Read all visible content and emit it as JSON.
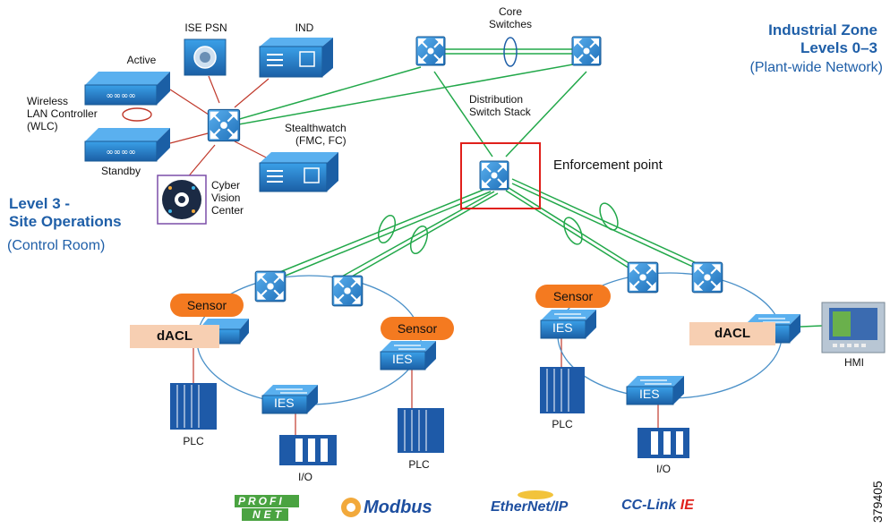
{
  "zone": {
    "title_line1": "Industrial Zone",
    "title_line2": "Levels 0–3",
    "subtitle": "(Plant-wide Network)"
  },
  "level3": {
    "title_line1": "Level 3 -",
    "title_line2": "Site Operations",
    "subtitle": "(Control Room)"
  },
  "labels": {
    "ise_psn": "ISE PSN",
    "ind": "IND",
    "active": "Active",
    "wlc_line1": "Wireless",
    "wlc_line2": "LAN Controller",
    "wlc_line3": "(WLC)",
    "standby": "Standby",
    "stealthwatch_line1": "Stealthwatch",
    "stealthwatch_line2": "(FMC, FC)",
    "cyber_line1": "Cyber",
    "cyber_line2": "Vision",
    "cyber_line3": "Center",
    "core_line1": "Core",
    "core_line2": "Switches",
    "dist_line1": "Distribution",
    "dist_line2": "Switch Stack",
    "enforcement": "Enforcement point",
    "sensor": "Sensor",
    "dacl": "dACL",
    "ies": "IES",
    "plc": "PLC",
    "io": "I/O",
    "hmi": "HMI"
  },
  "protocols": {
    "profinet_top": "PROFI",
    "profinet_bottom": "NET",
    "modbus": "Modbus",
    "ethernetip": "EtherNet/IP",
    "cclink_a": "CC-Link",
    "cclink_b": "IE"
  },
  "figure_number": "379405",
  "colors": {
    "switch_blue": "#2e8bd6",
    "link_green": "#22a84a",
    "link_red": "#c0392b",
    "ring_blue": "#4a90c8",
    "zone_blue": "#1f5fa8",
    "sensor_orange": "#f47a20",
    "dacl_peach": "#f7cfb2",
    "enforcement_red": "#e0201b"
  }
}
